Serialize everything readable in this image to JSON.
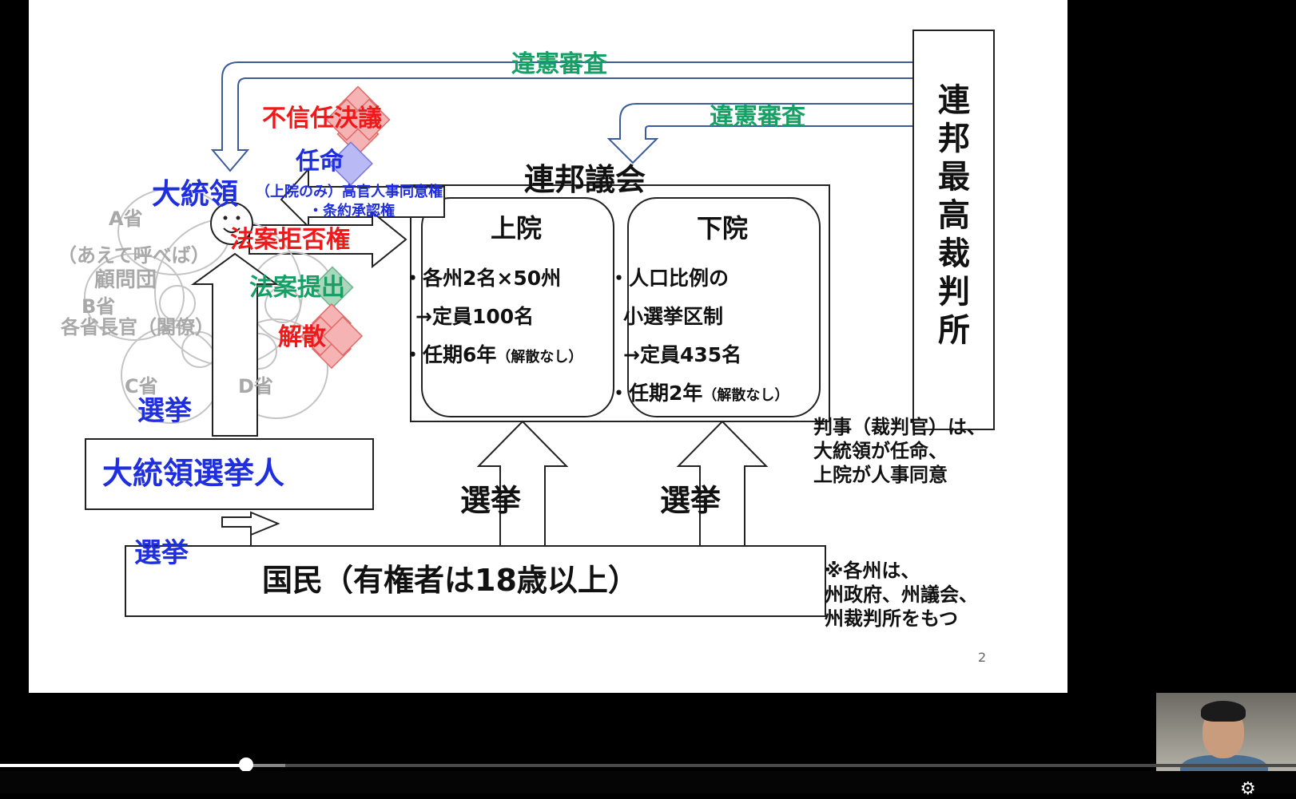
{
  "slide": {
    "page_number": "2",
    "top_arrow_label": "違憲審査",
    "mid_arrow_label": "違憲審査",
    "supreme_court": "連邦最高裁判所",
    "president": "大統領",
    "no_confidence": "不信任決議",
    "appoint": "任命",
    "senate_powers_line1": "（上院のみ）高官人事同意権",
    "senate_powers_line2": "・条約承認権",
    "veto": "法案拒否権",
    "bill_submission": "法案提出",
    "dissolution": "解散",
    "congress": "連邦議会",
    "cabinet": {
      "ministry_a": "A省",
      "ministry_b": "B省",
      "ministry_c": "C省",
      "ministry_d": "D省",
      "advisors_line1": "（あえて呼べば）",
      "advisors_line2": "顧問団",
      "ministers": "各省長官（閣僚）"
    },
    "senate": {
      "title": "上院",
      "line1": "・各州2名×50州",
      "line2": "→定員100名",
      "line3_main": "・任期6年",
      "line3_note": "（解散なし）"
    },
    "house": {
      "title": "下院",
      "line1": "・人口比例の",
      "line2": "小選挙区制",
      "line3": "→定員435名",
      "line4_main": "・任期2年",
      "line4_note": "（解散なし）"
    },
    "election_president": "選挙",
    "electors": "大統領選挙人",
    "election_electors": "選挙",
    "election_senate": "選挙",
    "election_house": "選挙",
    "citizens": "国民（有権者は18歳以上）",
    "judges_note": [
      "判事（裁判官）は、",
      "大統領が任命、",
      "上院が人事同意"
    ],
    "states_note": [
      "※各州は、",
      "州政府、州議会、",
      "州裁判所をもつ"
    ]
  },
  "player": {
    "progress_played": 0.19,
    "progress_buffered": 0.22
  },
  "icons": {
    "settings": "gear-icon"
  },
  "colors": {
    "blue": "#1f2fe0",
    "green": "#17a065",
    "red": "#f01818",
    "background": "#000000"
  }
}
